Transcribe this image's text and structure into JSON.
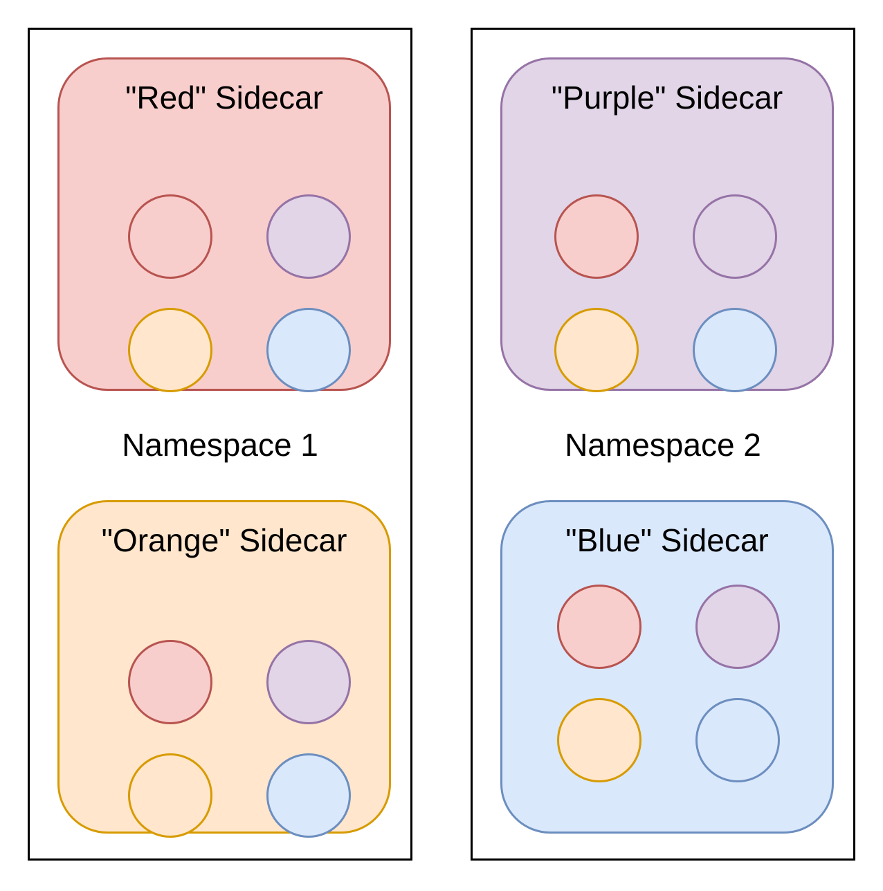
{
  "colors": {
    "red": {
      "fill": "#f8cecc",
      "stroke": "#b85450"
    },
    "purple": {
      "fill": "#e1d5e7",
      "stroke": "#9673a6"
    },
    "orange": {
      "fill": "#ffe6cc",
      "stroke": "#d79b00"
    },
    "blue": {
      "fill": "#dae8fc",
      "stroke": "#6c8ebf"
    },
    "border": "#000000"
  },
  "namespaces": [
    {
      "label": "Namespace 1",
      "sidecars": [
        {
          "title": "\"Red\" Sidecar",
          "color": "red",
          "pods": [
            {
              "color": "red",
              "filled": false
            },
            {
              "color": "purple",
              "filled": true
            },
            {
              "color": "orange",
              "filled": true
            },
            {
              "color": "blue",
              "filled": true
            }
          ]
        },
        {
          "title": "\"Orange\" Sidecar",
          "color": "orange",
          "pods": [
            {
              "color": "red",
              "filled": true
            },
            {
              "color": "purple",
              "filled": true
            },
            {
              "color": "orange",
              "filled": false
            },
            {
              "color": "blue",
              "filled": true
            }
          ]
        }
      ]
    },
    {
      "label": "Namespace 2",
      "sidecars": [
        {
          "title": "\"Purple\" Sidecar",
          "color": "purple",
          "pods": [
            {
              "color": "red",
              "filled": true
            },
            {
              "color": "purple",
              "filled": false
            },
            {
              "color": "orange",
              "filled": true
            },
            {
              "color": "blue",
              "filled": true
            }
          ]
        },
        {
          "title": "\"Blue\" Sidecar",
          "color": "blue",
          "pods": [
            {
              "color": "red",
              "filled": true
            },
            {
              "color": "purple",
              "filled": true
            },
            {
              "color": "orange",
              "filled": true
            },
            {
              "color": "blue",
              "filled": false
            }
          ]
        }
      ]
    }
  ]
}
